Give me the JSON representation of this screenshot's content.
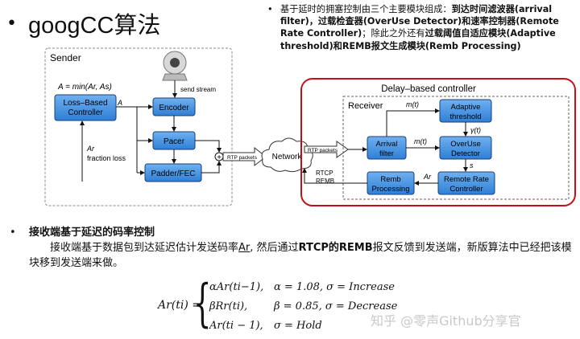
{
  "title": {
    "bullet": "•",
    "text": "googCC算法"
  },
  "description": {
    "bullet": "•",
    "p1": "基于延时的拥塞控制由三个主要模块组成：",
    "b1": "到达时间滤波器(arrival filter)，过载检查器(OverUse Detector)和速率控制器(Remote Rate Controller)",
    "p2": "；除此之外还有",
    "b2": "过载阈值自适应模块(Adaptive threshold)和REMB报文生成模块(Remb Processing)"
  },
  "diagram": {
    "sender_label": "Sender",
    "formula": "A = min(Ar, As)",
    "loss_based": [
      "Loss–Based",
      "Controller"
    ],
    "a_label": "A",
    "encoder": "Encoder",
    "pacer": "Pacer",
    "padder": "Padder/FEC",
    "send_stream": "send stream",
    "ar_label": "Ar",
    "fraction_loss": "fraction loss",
    "rtp_packets_1": "RTP packets",
    "network": "Network",
    "rtp_packets_2": "RTP packets",
    "delay_controller": "Delay–based controller",
    "receiver_label": "Receiver",
    "mt_1": "m(t)",
    "mt_2": "m(t)",
    "adaptive": [
      "Adaptive",
      "threshold"
    ],
    "gamma": "γ(t)",
    "arrival": [
      "Arrival",
      "filter"
    ],
    "overuse": [
      "OverUse",
      "Detector"
    ],
    "s_label": "s",
    "rtcp": [
      "RTCP",
      "REMB"
    ],
    "remb": [
      "Remb",
      "Processing"
    ],
    "ar_label_2": "Ar",
    "remote_rate": [
      "Remote Rate",
      "Controller"
    ],
    "plus": "+"
  },
  "section2": {
    "bullet": "•",
    "heading": "接收端基于延迟的码率控制",
    "para_a": "接收端基于数据包到达延迟估计发送码率",
    "para_ar": "Ar",
    "para_b": ", 然后通过",
    "para_bold": "RTCP的REMB",
    "para_c": "报文反馈到发送端，新版算法中已经把该模块移到发送端来做。"
  },
  "formula": {
    "lhs": "Ar(ti) =",
    "case1": "αAr(ti−1),",
    "cond1": "α = 1.08, σ = Increase",
    "case2": "βRr(ti),",
    "cond2": "β = 0.85, σ = Decrease",
    "case3": "Ar(ti − 1),",
    "cond3": "σ = Hold"
  },
  "watermark": "知乎 @零声Github分享官"
}
